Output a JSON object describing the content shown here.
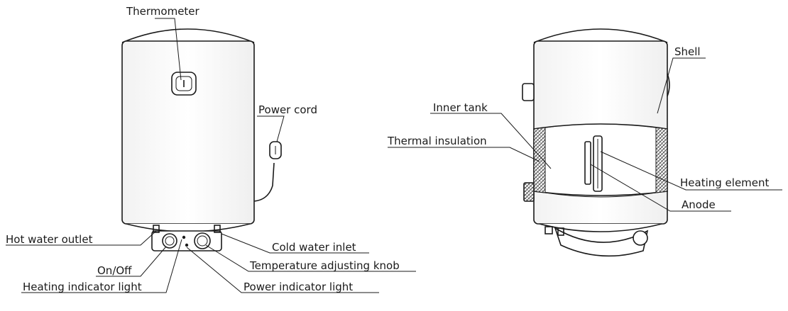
{
  "left_labels": {
    "thermometer": "Thermometer",
    "power_cord": "Power cord",
    "hot_water_outlet": "Hot water outlet",
    "on_off": "On/Off",
    "heating_indicator_light": "Heating indicator light",
    "cold_water_inlet": "Cold water inlet",
    "temperature_adjusting_knob": "Temperature adjusting knob",
    "power_indicator_light": "Power indicator light"
  },
  "right_labels": {
    "shell": "Shell",
    "inner_tank": "Inner tank",
    "thermal_insulation": "Thermal insulation",
    "heating_element": "Heating element",
    "anode": "Anode"
  }
}
